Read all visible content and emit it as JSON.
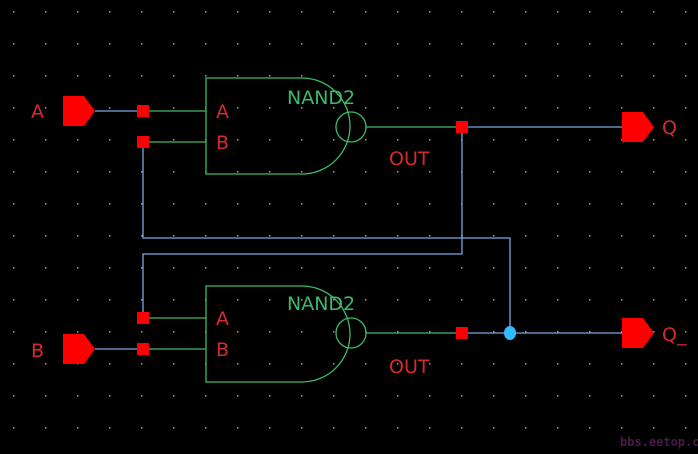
{
  "schematic": {
    "inputs": [
      {
        "label": "A"
      },
      {
        "label": "B"
      }
    ],
    "outputs": [
      {
        "label": "Q"
      },
      {
        "label": "Q_"
      }
    ],
    "gates": [
      {
        "name": "NAND2",
        "pin_a": "A",
        "pin_b": "B",
        "pin_out": "OUT"
      },
      {
        "name": "NAND2",
        "pin_a": "A",
        "pin_b": "B",
        "pin_out": "OUT"
      }
    ]
  },
  "watermark": "bbs.eetop.cn",
  "colors": {
    "background": "#000000",
    "wire": "#7aa6e0",
    "gate": "#3fb86a",
    "pin": "#ff0000",
    "pin_label": "#d42a2a",
    "junction": "#33bbff",
    "watermark": "#4a1a4a"
  }
}
